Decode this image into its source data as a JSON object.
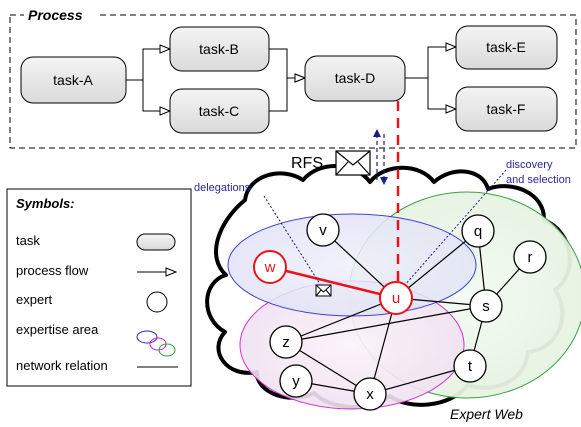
{
  "process": {
    "title": "Process",
    "tasks": {
      "a": "task-A",
      "b": "task-B",
      "c": "task-C",
      "d": "task-D",
      "e": "task-E",
      "f": "task-F"
    }
  },
  "rfs_label": "RFS",
  "annotations": {
    "delegations": "delegations",
    "discovery_line1": "discovery",
    "discovery_line2": "and selection"
  },
  "experts": {
    "w": "w",
    "u": "u",
    "v": "v",
    "q": "q",
    "r": "r",
    "s": "s",
    "t": "t",
    "x": "x",
    "y": "y",
    "z": "z"
  },
  "expert_web_label": "Expert Web",
  "legend": {
    "title": "Symbols:",
    "task": "task",
    "process_flow": "process flow",
    "expert": "expert",
    "expertise_area": "expertise area",
    "network_relation": "network relation"
  },
  "colors": {
    "highlight_red": "#e8141b",
    "blue_area": "#2222cc",
    "green_area": "#2f9a3a",
    "magenta_area": "#cc22cc",
    "annotation_blue": "#2a2a9a"
  }
}
